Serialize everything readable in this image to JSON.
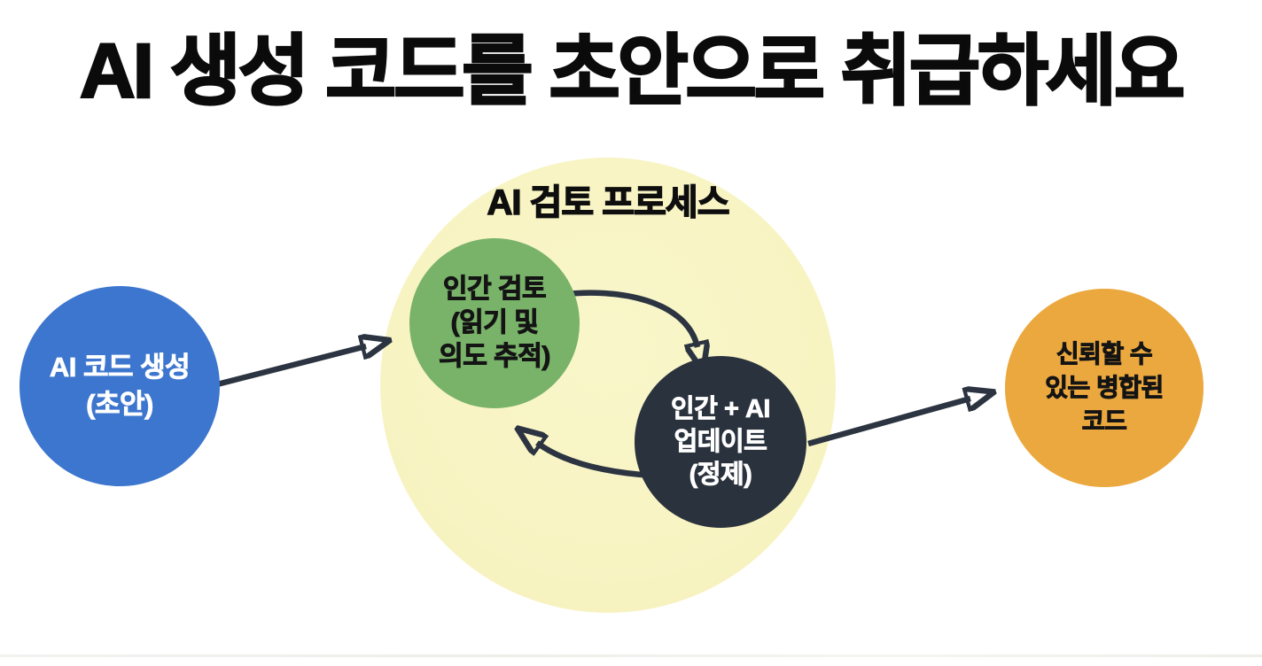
{
  "title": "AI 생성 코드를 초안으로 취급하세요",
  "diagram": {
    "process_label": "AI 검토 프로세스",
    "nodes": {
      "ai_code_generation": {
        "lines": [
          "AI 코드 생성",
          "(초안)"
        ]
      },
      "human_review": {
        "lines": [
          "인간 검토",
          "(읽기 및",
          "의도 추적)"
        ]
      },
      "human_ai_update": {
        "lines": [
          "인간 + AI",
          "업데이트",
          "(정제)"
        ]
      },
      "trusted_merged_code": {
        "lines": [
          "신뢰할 수",
          "있는 병합된",
          "코드"
        ]
      }
    },
    "flows": [
      {
        "from": "ai_code_generation",
        "to": "human_review"
      },
      {
        "from": "human_review",
        "to": "human_ai_update"
      },
      {
        "from": "human_ai_update",
        "to": "human_review"
      },
      {
        "from": "human_ai_update",
        "to": "trusted_merged_code"
      }
    ],
    "colors": {
      "background": "#ffffff",
      "title_text": "#0b0b0b",
      "process_circle": "#f7f3c1",
      "ai_code_generation_circle": "#3d76ce",
      "human_review_circle": "#79b269",
      "human_ai_update_circle": "#2a323d",
      "trusted_merged_code_circle": "#eba83e",
      "arrow": "#2b3440",
      "light_text": "#ffffff",
      "dark_text": "#141414"
    }
  }
}
